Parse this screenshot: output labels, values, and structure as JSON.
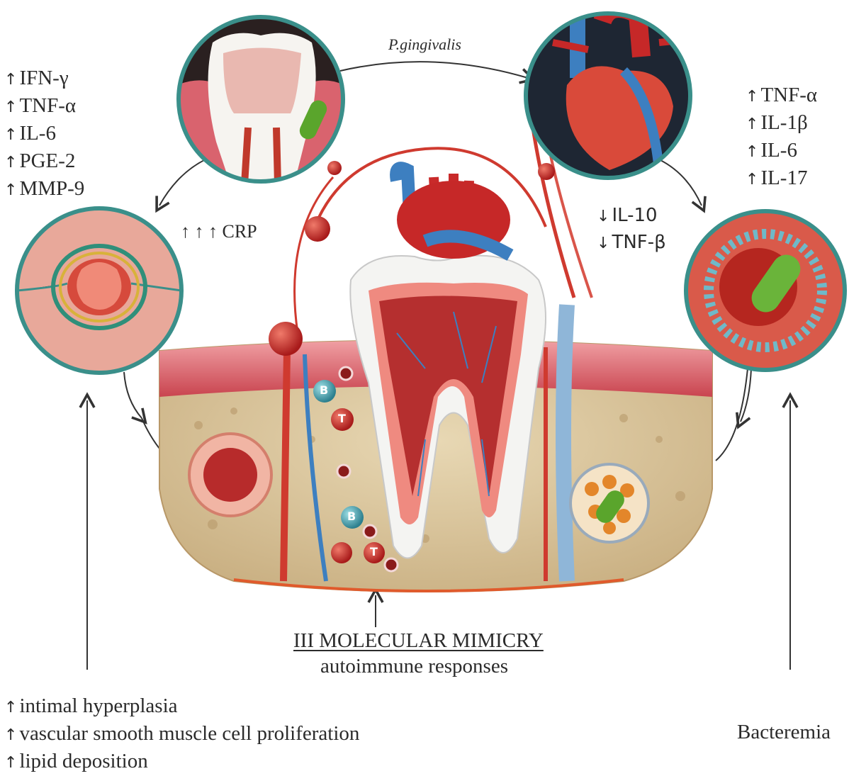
{
  "top_label": "P.gingivalis",
  "left_markers": [
    "IFN-γ",
    "TNF-α",
    "IL-6",
    "PGE-2",
    "MMP-9"
  ],
  "right_up_markers": [
    "TNF-α",
    "IL-1β",
    "IL-6",
    "IL-17"
  ],
  "right_down_markers": [
    "IL-10",
    "TNF-β"
  ],
  "crp_label": "↑ ↑ ↑  CRP",
  "cell_labels": {
    "b": "B",
    "t": "T"
  },
  "mechanism_title": "III MOLECULAR MIMICRY",
  "mechanism_subtitle": "autoimmune responses",
  "bottom_left_effects": [
    "intimal hyperplasia",
    "vascular smooth muscle cell proliferation",
    "lipid deposition"
  ],
  "bottom_right_label": "Bacteremia",
  "colors": {
    "circle_border": "#3a8f8a",
    "gum": "#d9636e",
    "bone": "#dcc9a0",
    "artery": "#cf3a2f",
    "vein": "#3d7fc0",
    "arrow": "#333333"
  }
}
